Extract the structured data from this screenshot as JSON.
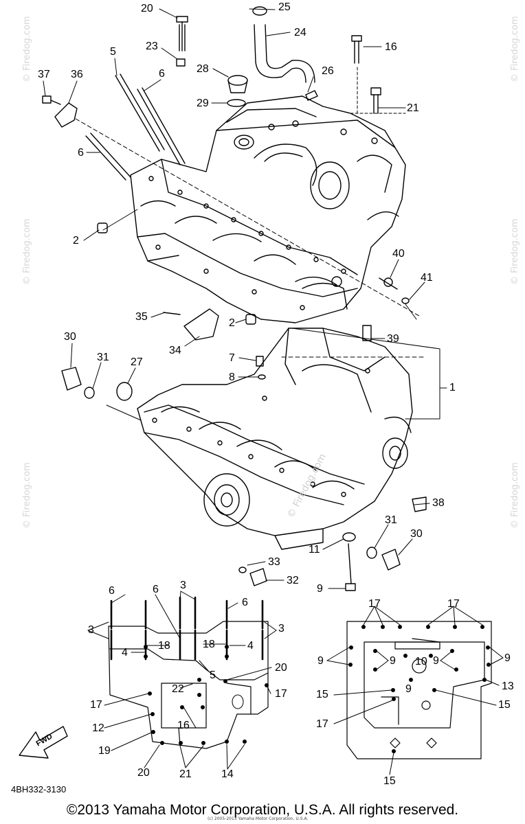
{
  "diagram": {
    "part_code": "4BH332-3130",
    "fwd_label": "FWD",
    "copyright": "©2013 Yamaha Motor Corporation, U.S.A. All rights reserved.",
    "fine_print": "(c) 2005-2013 Yamaha Motor Corporation, U.S.A.",
    "watermark": "© Firedog.com",
    "callouts": {
      "n20a": "20",
      "n25": "25",
      "n23": "23",
      "n24": "24",
      "n16a": "16",
      "n5a": "5",
      "n6a": "6",
      "n28": "28",
      "n26": "26",
      "n37": "37",
      "n36": "36",
      "n29": "29",
      "n21a": "21",
      "n6b": "6",
      "n2a": "2",
      "n40": "40",
      "n41": "41",
      "n35": "35",
      "n2b": "2",
      "n34": "34",
      "n39": "39",
      "n30a": "30",
      "n31a": "31",
      "n27": "27",
      "n7": "7",
      "n8": "8",
      "n1": "1",
      "n38": "38",
      "n31b": "31",
      "n30b": "30",
      "n11": "11",
      "n33": "33",
      "n32": "32",
      "n9a": "9"
    },
    "left_view": {
      "n6a": "6",
      "n6b": "6",
      "n3a": "3",
      "n6c": "6",
      "n3b": "3",
      "n3c": "3",
      "n18a": "18",
      "n18b": "18",
      "n4a": "4",
      "n4b": "4",
      "n5": "5",
      "n20a": "20",
      "n22": "22",
      "n17a": "17",
      "n17b": "17",
      "n12": "12",
      "n16": "16",
      "n19": "19",
      "n20b": "20",
      "n21": "21",
      "n14": "14"
    },
    "right_view": {
      "n17a": "17",
      "n17b": "17",
      "n9a": "9",
      "n9b": "9",
      "n10": "10",
      "n9c": "9",
      "n9d": "9",
      "n9e": "9",
      "n13": "13",
      "n15a": "15",
      "n15b": "15",
      "n17c": "17",
      "n15c": "15"
    }
  }
}
